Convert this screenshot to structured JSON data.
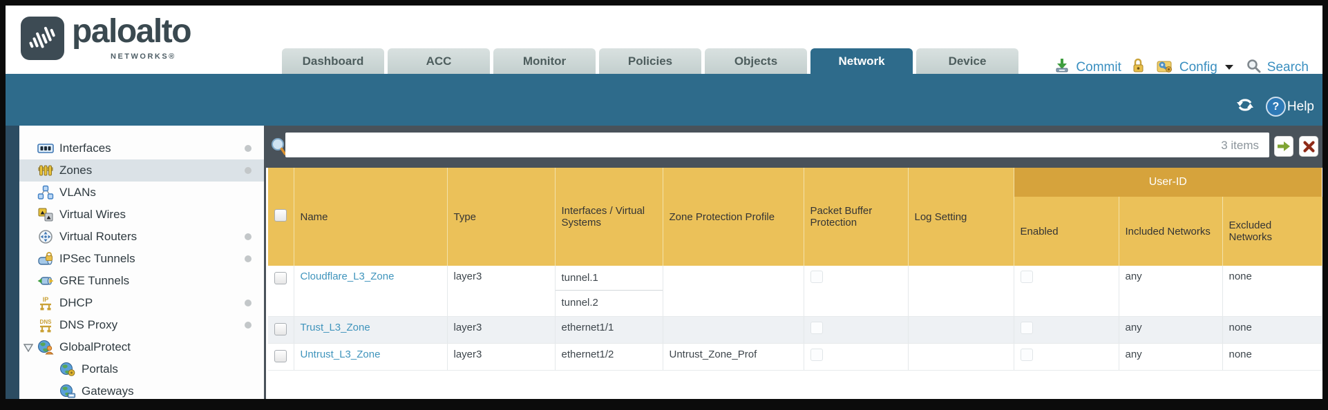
{
  "brand": {
    "name": "paloalto",
    "subname": "NETWORKS®"
  },
  "nav": {
    "tabs": [
      {
        "label": "Dashboard",
        "active": false
      },
      {
        "label": "ACC",
        "active": false
      },
      {
        "label": "Monitor",
        "active": false
      },
      {
        "label": "Policies",
        "active": false
      },
      {
        "label": "Objects",
        "active": false
      },
      {
        "label": "Network",
        "active": true
      },
      {
        "label": "Device",
        "active": false
      }
    ]
  },
  "header_actions": {
    "commit_label": "Commit",
    "config_label": "Config",
    "search_label": "Search"
  },
  "subheader": {
    "help_label": "Help",
    "help_qmark": "?"
  },
  "toolbar": {
    "search_value": "",
    "items_count": "3 items"
  },
  "sidebar": {
    "items": [
      {
        "label": "Interfaces",
        "icon": "interfaces-icon",
        "has_dot": true,
        "selected": false,
        "indent": 0
      },
      {
        "label": "Zones",
        "icon": "zones-icon",
        "has_dot": true,
        "selected": true,
        "indent": 0
      },
      {
        "label": "VLANs",
        "icon": "vlans-icon",
        "has_dot": false,
        "selected": false,
        "indent": 0
      },
      {
        "label": "Virtual Wires",
        "icon": "virtual-wires-icon",
        "has_dot": false,
        "selected": false,
        "indent": 0
      },
      {
        "label": "Virtual Routers",
        "icon": "virtual-routers-icon",
        "has_dot": true,
        "selected": false,
        "indent": 0
      },
      {
        "label": "IPSec Tunnels",
        "icon": "ipsec-tunnels-icon",
        "has_dot": true,
        "selected": false,
        "indent": 0
      },
      {
        "label": "GRE Tunnels",
        "icon": "gre-tunnels-icon",
        "has_dot": false,
        "selected": false,
        "indent": 0
      },
      {
        "label": "DHCP",
        "icon": "dhcp-icon",
        "has_dot": true,
        "selected": false,
        "indent": 0
      },
      {
        "label": "DNS Proxy",
        "icon": "dns-proxy-icon",
        "has_dot": true,
        "selected": false,
        "indent": 0
      },
      {
        "label": "GlobalProtect",
        "icon": "globalprotect-icon",
        "has_dot": false,
        "selected": false,
        "indent": 0,
        "expanded": true
      },
      {
        "label": "Portals",
        "icon": "portals-icon",
        "has_dot": false,
        "selected": false,
        "indent": 1
      },
      {
        "label": "Gateways",
        "icon": "gateways-icon",
        "has_dot": false,
        "selected": false,
        "indent": 1
      }
    ],
    "icon_text": {
      "dhcp": "IP",
      "dns": "DNS"
    }
  },
  "table": {
    "group_header": "User-ID",
    "columns": [
      "Name",
      "Type",
      "Interfaces / Virtual Systems",
      "Zone Protection Profile",
      "Packet Buffer Protection",
      "Log Setting",
      "Enabled",
      "Included Networks",
      "Excluded Networks"
    ],
    "rows": [
      {
        "name": "Cloudflare_L3_Zone",
        "type": "layer3",
        "interfaces": [
          "tunnel.1",
          "tunnel.2"
        ],
        "zone_protection_profile": "",
        "packet_buffer_protection_checked": false,
        "log_setting": "",
        "user_id_enabled_checked": false,
        "included_networks": "any",
        "excluded_networks": "none"
      },
      {
        "name": "Trust_L3_Zone",
        "type": "layer3",
        "interfaces": [
          "ethernet1/1"
        ],
        "zone_protection_profile": "",
        "packet_buffer_protection_checked": false,
        "log_setting": "",
        "user_id_enabled_checked": false,
        "included_networks": "any",
        "excluded_networks": "none"
      },
      {
        "name": "Untrust_L3_Zone",
        "type": "layer3",
        "interfaces": [
          "ethernet1/2"
        ],
        "zone_protection_profile": "Untrust_Zone_Prof",
        "packet_buffer_protection_checked": false,
        "log_setting": "",
        "user_id_enabled_checked": false,
        "included_networks": "any",
        "excluded_networks": "none"
      }
    ]
  },
  "colors": {
    "accent_teal": "#2e6b8b",
    "header_orange": "#ebc159",
    "header_orange_dark": "#d6a33c",
    "link_blue": "#3f94bc",
    "action_blue": "#3a8fc0"
  }
}
